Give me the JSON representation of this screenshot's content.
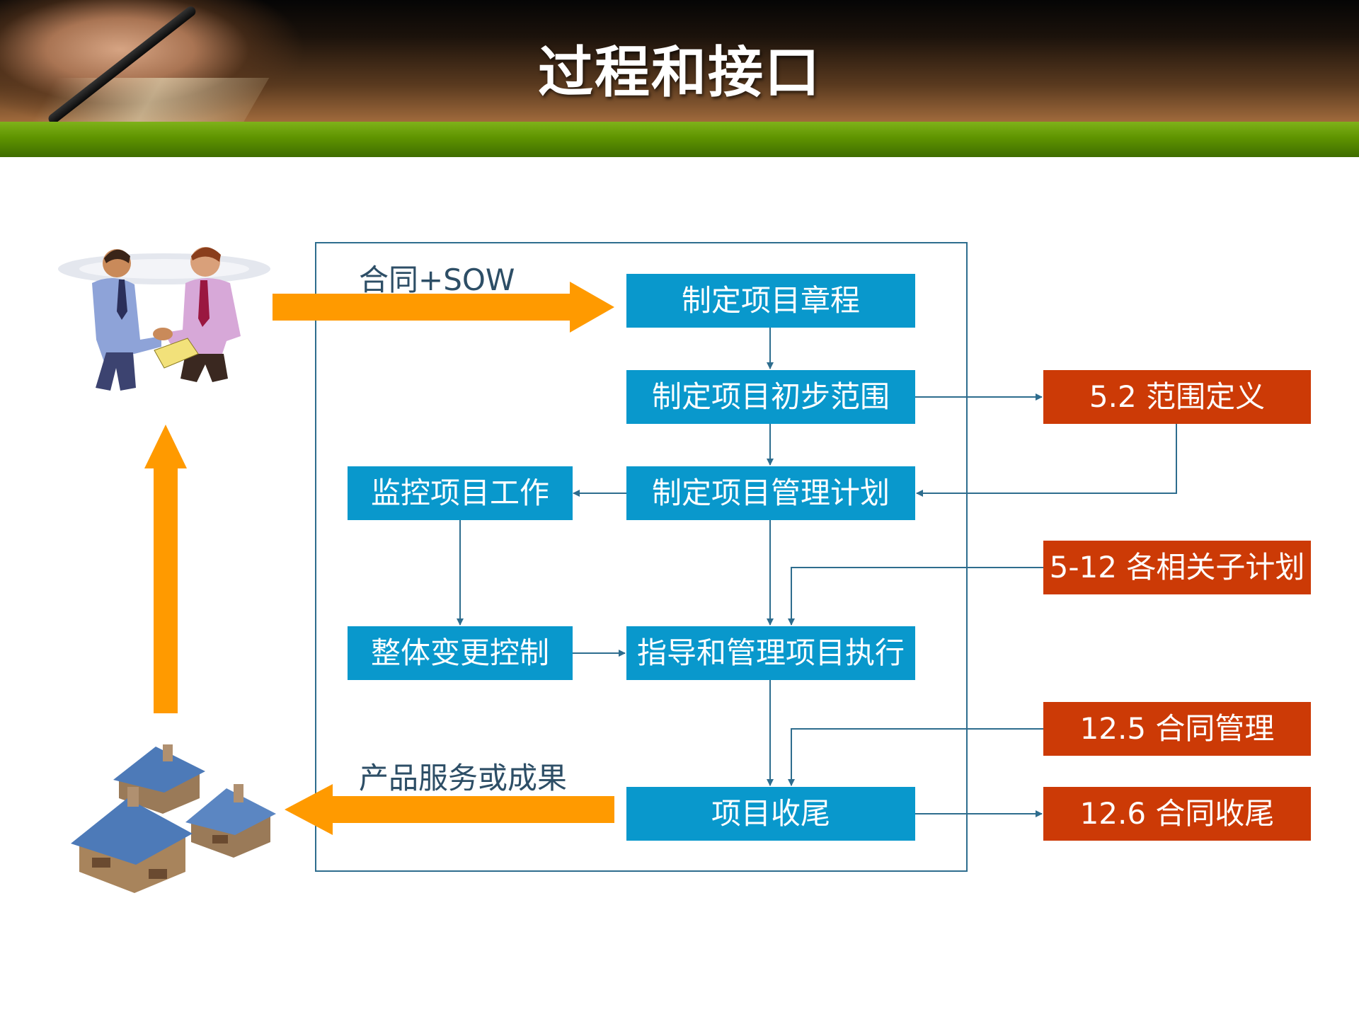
{
  "title": "过程和接口",
  "colors": {
    "process_box": "#0998cc",
    "external_box": "#cc3a06",
    "big_arrow": "#ff9a00",
    "connector": "#2e6d8e"
  },
  "icons": {
    "handshake": "businessmen-handshake-illustration",
    "houses": "houses-illustration"
  },
  "labels": {
    "input": "合同+SOW",
    "output": "产品服务或成果"
  },
  "process_boxes": {
    "charter": "制定项目章程",
    "scope": "制定项目初步范围",
    "plan": "制定项目管理计划",
    "monitor": "监控项目工作",
    "change": "整体变更控制",
    "execute": "指导和管理项目执行",
    "close": "项目收尾"
  },
  "external_boxes": {
    "scope_def": "5.2 范围定义",
    "subplans": "5-12 各相关子计划",
    "contract_mgmt": "12.5 合同管理",
    "contract_close": "12.6 合同收尾"
  }
}
